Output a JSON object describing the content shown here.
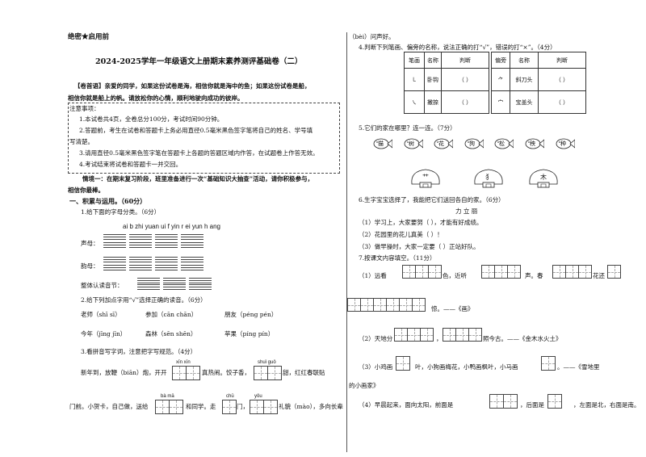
{
  "header": {
    "secret": "绝密★启用前",
    "title": "2024-2025学年一年级语文上册期末素养测评基础卷（二）"
  },
  "intro": {
    "line1": "【卷首语】亲爱的同学，如果这份试卷是海，相信你就是海中的鱼；如果这份试卷是船，",
    "line2": "相信你就是船上的帆。请放松你的心情，顺利地驶向成功的彼岸。"
  },
  "notice": {
    "title": "注意事项：",
    "items": [
      "1.本试卷共4页，全卷总分100分，考试时间90分钟。",
      "2.答题前，考生在试卷和答题卡上务必用直径0.5毫米黑色签字笔将自己的姓名、学号填",
      "写清楚。",
      "3.请用直径0.5毫米黑色签字笔在答题卡上各题的答题区域内作答，在试题卷上作答无效。",
      "4.考试结束将试卷和答题卡一并交回。"
    ]
  },
  "context": {
    "line1": "情境一：在期末复习阶段，班里准备进行一次“基础知识大抽查”活动，请你积极参与，",
    "line2": "相信你最棒。"
  },
  "section1": {
    "title": "一、积累与运用。（60分）"
  },
  "q1": {
    "prompt": "1.给下面的字母分类。（6分）",
    "letters": "ai  b  zhi  yuan  ui  f  yin  r  ei  yun  h  ang",
    "rows": [
      "声母：",
      "韵母：",
      "整体认读音节："
    ]
  },
  "q2": {
    "prompt": "2.给下列加点字用“√”选择正确的读音。（6分）",
    "row1": [
      "老师（shī  sī）",
      "参加（cān  chān）",
      "朋友（péng  pén）"
    ],
    "row2": [
      "今年（jīng  jīn）",
      "森林（sēn  shēn）",
      "苹果（píng  pín）"
    ]
  },
  "q3": {
    "prompt": "3.看拼音写字词，注意把字写规范。（4分）",
    "p_xinxin": "xīn  xīn",
    "p_shuiguo": "shuǐ guǒ",
    "line1a": "新年到，放鞭（biān）炮，开开",
    "line1b": "真热闹。饺子香，",
    "line1c": "甜，红红春联贴",
    "p_bama": "bà  mā",
    "p_chumen": "chū",
    "p_youhao": "yǒu",
    "line2a": "门前。小贺卡，自己做，送给",
    "line2b": "和同学。走",
    "line2c": "门，",
    "line2d": "礼貌（mào），多向长辈"
  },
  "q3cont": {
    "text": "（bèi）问声好。"
  },
  "q4": {
    "prompt": "4.判断下列笔画、偏旁的名称，说法正确的打“√”，错误的打“×”。（4分）",
    "headers": [
      "笔画",
      "名称",
      "判断",
      "偏旁",
      "名称",
      "判断"
    ],
    "rows": [
      [
        "㇄",
        "卧钩",
        "（    ）",
        "⺈",
        "斜刀头",
        "（    ）"
      ],
      [
        "㇏",
        "撇捺",
        "（    ）",
        "宀",
        "宝盖头",
        "（    ）"
      ]
    ]
  },
  "q5": {
    "prompt": "5.它们的家在哪里？连一连。（7分）",
    "fish": [
      "猫",
      "树",
      "花",
      "狗",
      "松",
      "秧",
      "种"
    ],
    "houses": [
      "艹",
      "犭",
      "木"
    ]
  },
  "q6": {
    "prompt": "6.生字宝宝选择了，我能把它们送回各自的家。（6分）",
    "words": "力       立       丽",
    "s1": "（1）学习上，大家要努（    ），才能有好成绩。",
    "s2": "（2）花园里的花儿真美（    ）！",
    "s3": "（3）做早操时，大家一定要（    ）正站好队。"
  },
  "q7": {
    "prompt": "7.按课文内容填空。（11分）",
    "l1a": "（1）远看",
    "l1b": "色，近听",
    "l1c": "声。春",
    "l1d": "花还",
    "l2": "惊。——《画》",
    "l3a": "（2）天地分",
    "l3b": "，",
    "l3c": "照今古。——《金木水火土》",
    "l4a": "（3）小鸡画",
    "l4b": "叶，小狗画梅花，小鸭画枫叶，小马画",
    "l4c": "。——《雪地里",
    "l5": "的小画家》",
    "l6a": "（4）早晨起来，面向太阳，前面是",
    "l6b": "，后面是",
    "l6c": "，左面是北，右面是南。"
  }
}
